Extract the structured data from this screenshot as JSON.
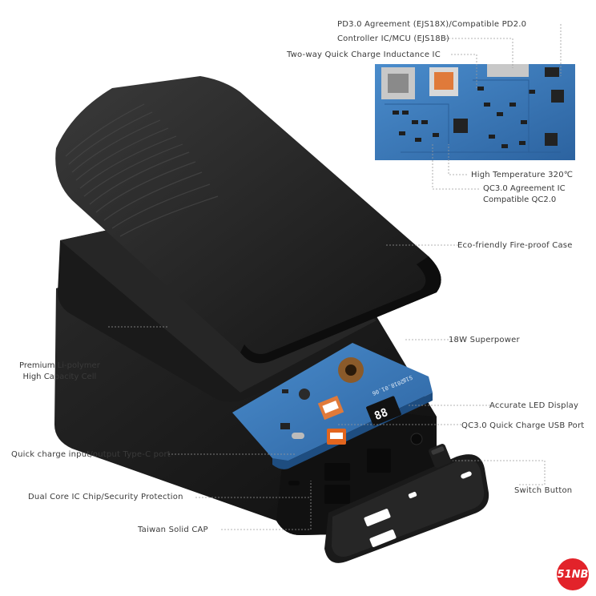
{
  "labels": {
    "pd30": "PD3.0 Agreement (EJS18X)/Compatible PD2.0",
    "controller": "Controller IC/MCU (EJS18B)",
    "twoway": "Two-way Quick Charge Inductance IC",
    "high_temp": "High Temperature 320℃",
    "qc30_line1": "QC3.0 Agreement IC",
    "qc30_line2": "Compatible QC2.0",
    "eco_case": "Eco-friendly Fire-proof Case",
    "premium_line1": "Premium Li-polymer",
    "premium_line2": "High Capacity Cell",
    "superpower": "18W Superpower",
    "led_display": "Accurate LED Display",
    "qc30_usb": "QC3.0 Quick Charge USB Port",
    "typec": "Quick charge input/output Type-C port",
    "switch": "Switch Button",
    "dual_core": "Dual Core IC Chip/Security Protection",
    "taiwan_cap": "Taiwan Solid CAP"
  },
  "pcb_print": {
    "model": "S18",
    "date": "2018.01.06",
    "led_digits": "88"
  },
  "logo": "51NB",
  "colors": {
    "pcb": "#3a78b8",
    "case": "#1c1c1c",
    "logo": "#e2232a",
    "text": "#3a3a3a"
  }
}
